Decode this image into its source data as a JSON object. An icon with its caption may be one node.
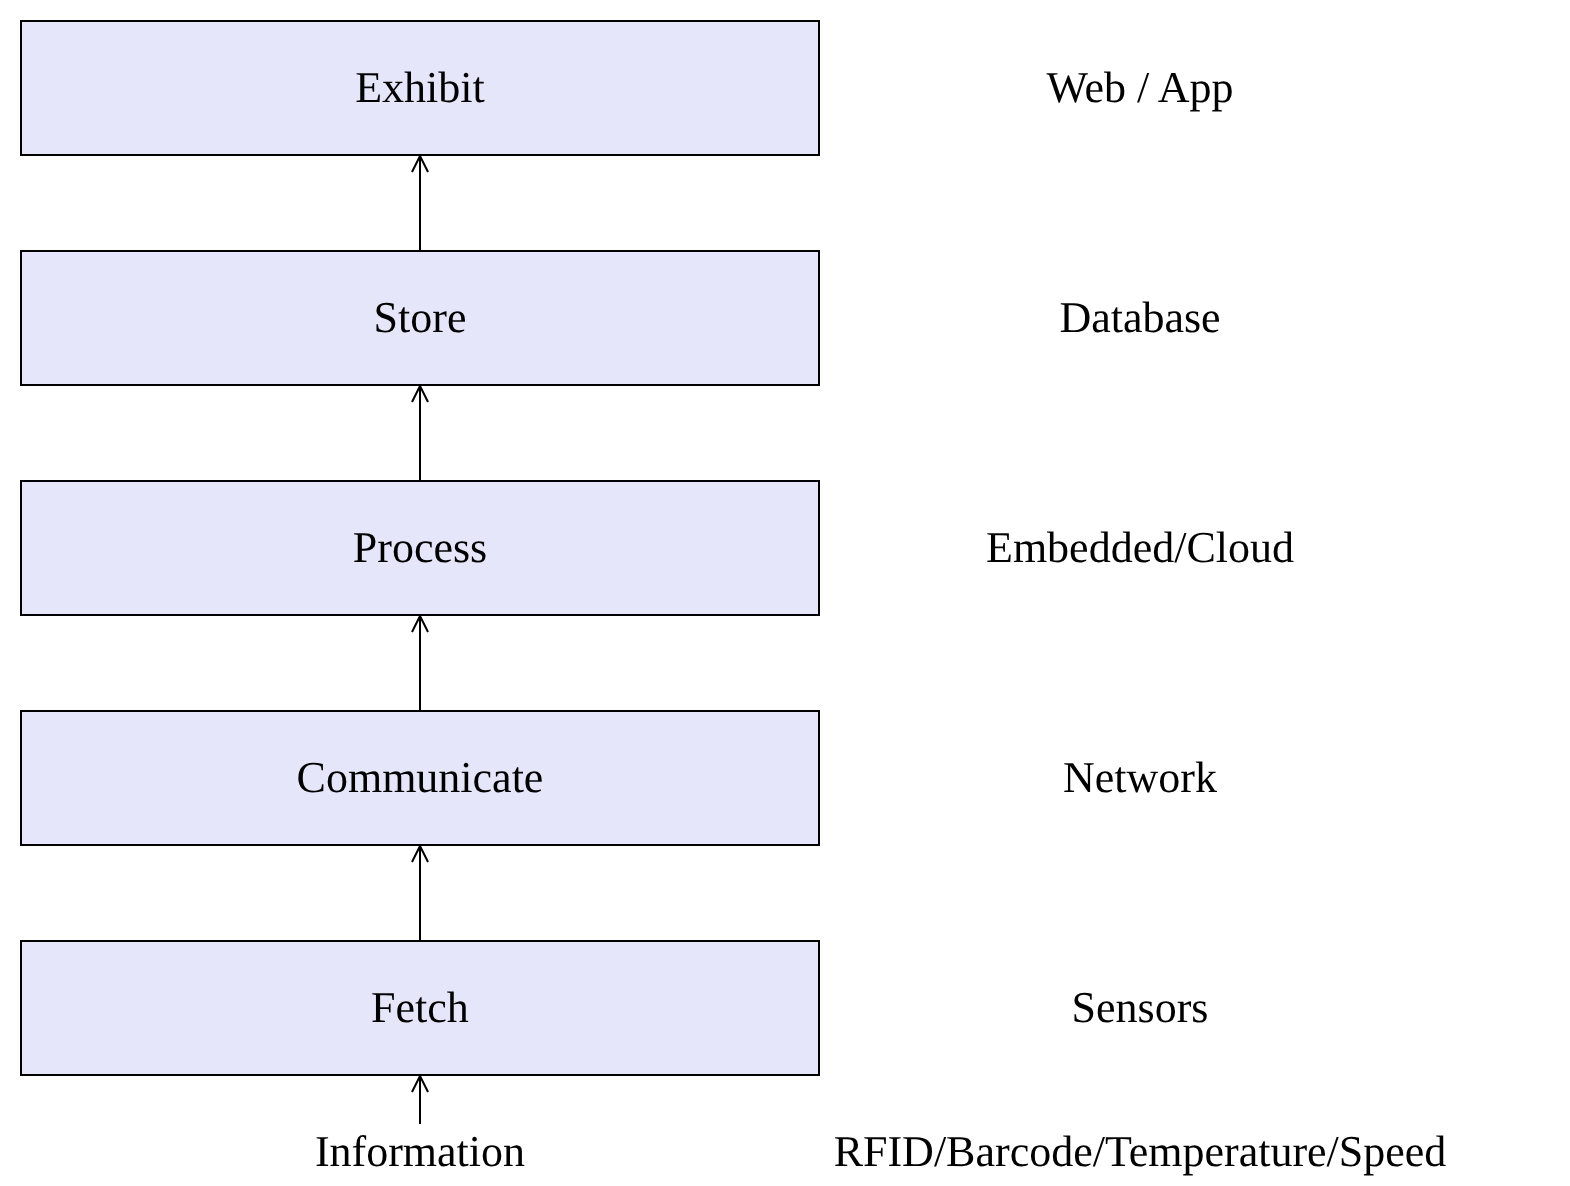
{
  "diagram": {
    "nodes": [
      {
        "text": [
          "Exhibit"
        ]
      },
      {
        "text": [
          "Store"
        ]
      },
      {
        "text": [
          "Process"
        ]
      },
      {
        "text": [
          "Communicate"
        ]
      },
      {
        "text": [
          "Fetch"
        ]
      },
      {
        "text": [
          "Information"
        ]
      }
    ],
    "edges": [
      {
        "from": 5,
        "to": 4,
        "arrow": "to"
      },
      {
        "from": 4,
        "to": 3,
        "arrow": "to"
      },
      {
        "from": 3,
        "to": 2,
        "arrow": "to"
      },
      {
        "from": 2,
        "to": 1,
        "arrow": "to"
      },
      {
        "from": 1,
        "to": 0,
        "arrow": "to"
      }
    ],
    "labels": [
      "Web / App",
      "Database",
      "Embedded/Cloud",
      "Network",
      "Sensors",
      "RFID/Barcode/Temperature/Speed"
    ]
  }
}
